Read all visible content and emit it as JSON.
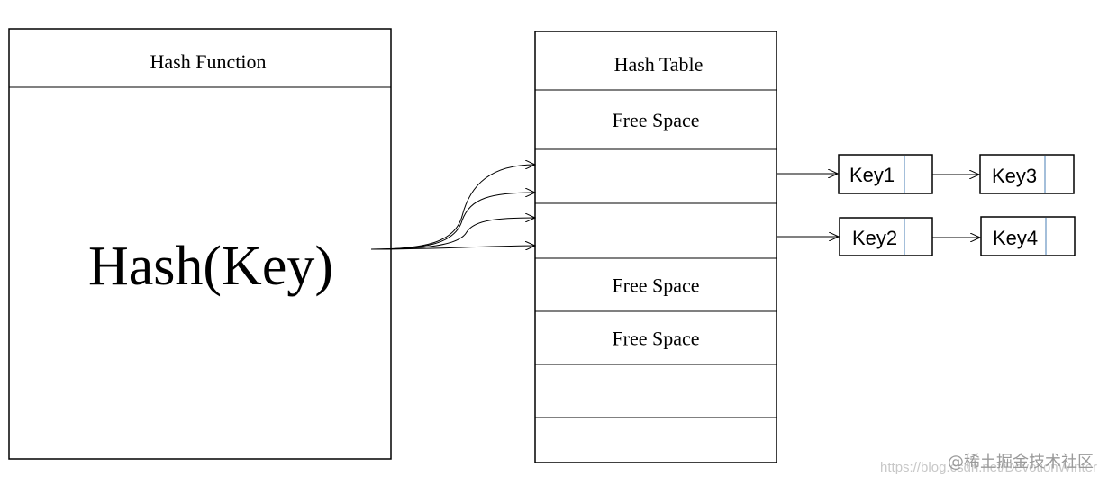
{
  "hash_function": {
    "title": "Hash Function",
    "expression": "Hash(Key)"
  },
  "hash_table": {
    "title": "Hash Table",
    "slots": [
      "Free Space",
      "",
      "",
      "Free Space",
      "Free Space",
      "",
      ""
    ]
  },
  "chains": [
    {
      "keys": [
        "Key1",
        "Key3"
      ]
    },
    {
      "keys": [
        "Key2",
        "Key4"
      ]
    }
  ],
  "watermark": {
    "label": "@稀土掘金技术社区",
    "url": "https://blog.csdn.net/DevotionWinter"
  }
}
